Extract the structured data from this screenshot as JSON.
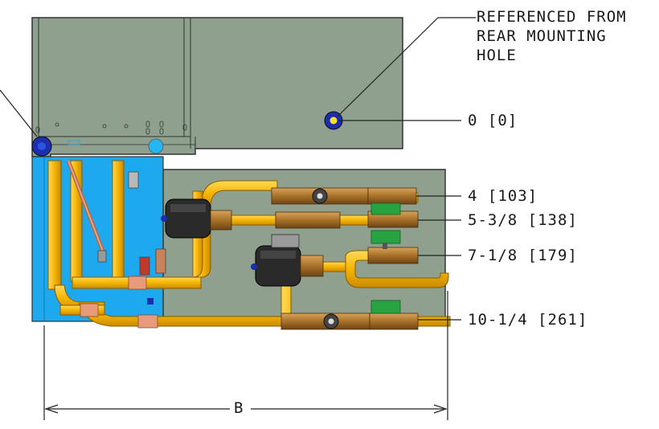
{
  "note": {
    "lines": [
      "REFERENCED FROM",
      "REAR MOUNTING",
      "HOLE"
    ]
  },
  "dimensions": [
    {
      "label": "0 [0]"
    },
    {
      "label": "4 [103]"
    },
    {
      "label": "5-3/8 [138]"
    },
    {
      "label": "7-1/8 [179]"
    },
    {
      "label": "10-1/4 [261]"
    }
  ],
  "width_dimension": {
    "label": "B"
  },
  "colors": {
    "housing": "#8fa08e",
    "manifold_blue": "#1ea8ee",
    "pipe_yellow": "#f5b400",
    "valve_bronze": "#a8712a",
    "handle_green": "#27a341",
    "pump_black": "#2a2a2a",
    "mount_hole": "#1b2fae"
  },
  "icons": [
    "ball-valve-icon",
    "circulator-pump-icon",
    "mounting-hole-icon"
  ]
}
